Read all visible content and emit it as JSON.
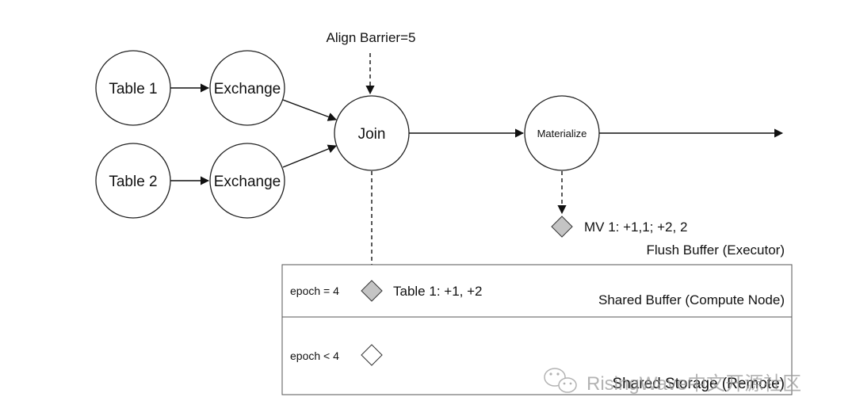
{
  "nodes": {
    "table1": "Table 1",
    "table2": "Table 2",
    "exchange1": "Exchange",
    "exchange2": "Exchange",
    "join": "Join",
    "materialize": "Materialize"
  },
  "align_barrier": "Align Barrier=5",
  "flush_buffer": {
    "entry": "MV 1: +1,1; +2, 2",
    "title": "Flush Buffer (Executor)"
  },
  "shared_buffer": {
    "epoch": "epoch = 4",
    "entry": "Table 1: +1, +2",
    "title": "Shared Buffer (Compute Node)"
  },
  "shared_storage": {
    "epoch": "epoch < 4",
    "title": "Shared Storage (Remote)"
  },
  "watermark": "RisingWave中文开源社区",
  "colors": {
    "stroke": "#222222",
    "diamond_filled": "#c4c4c4",
    "diamond_empty": "#ffffff"
  }
}
